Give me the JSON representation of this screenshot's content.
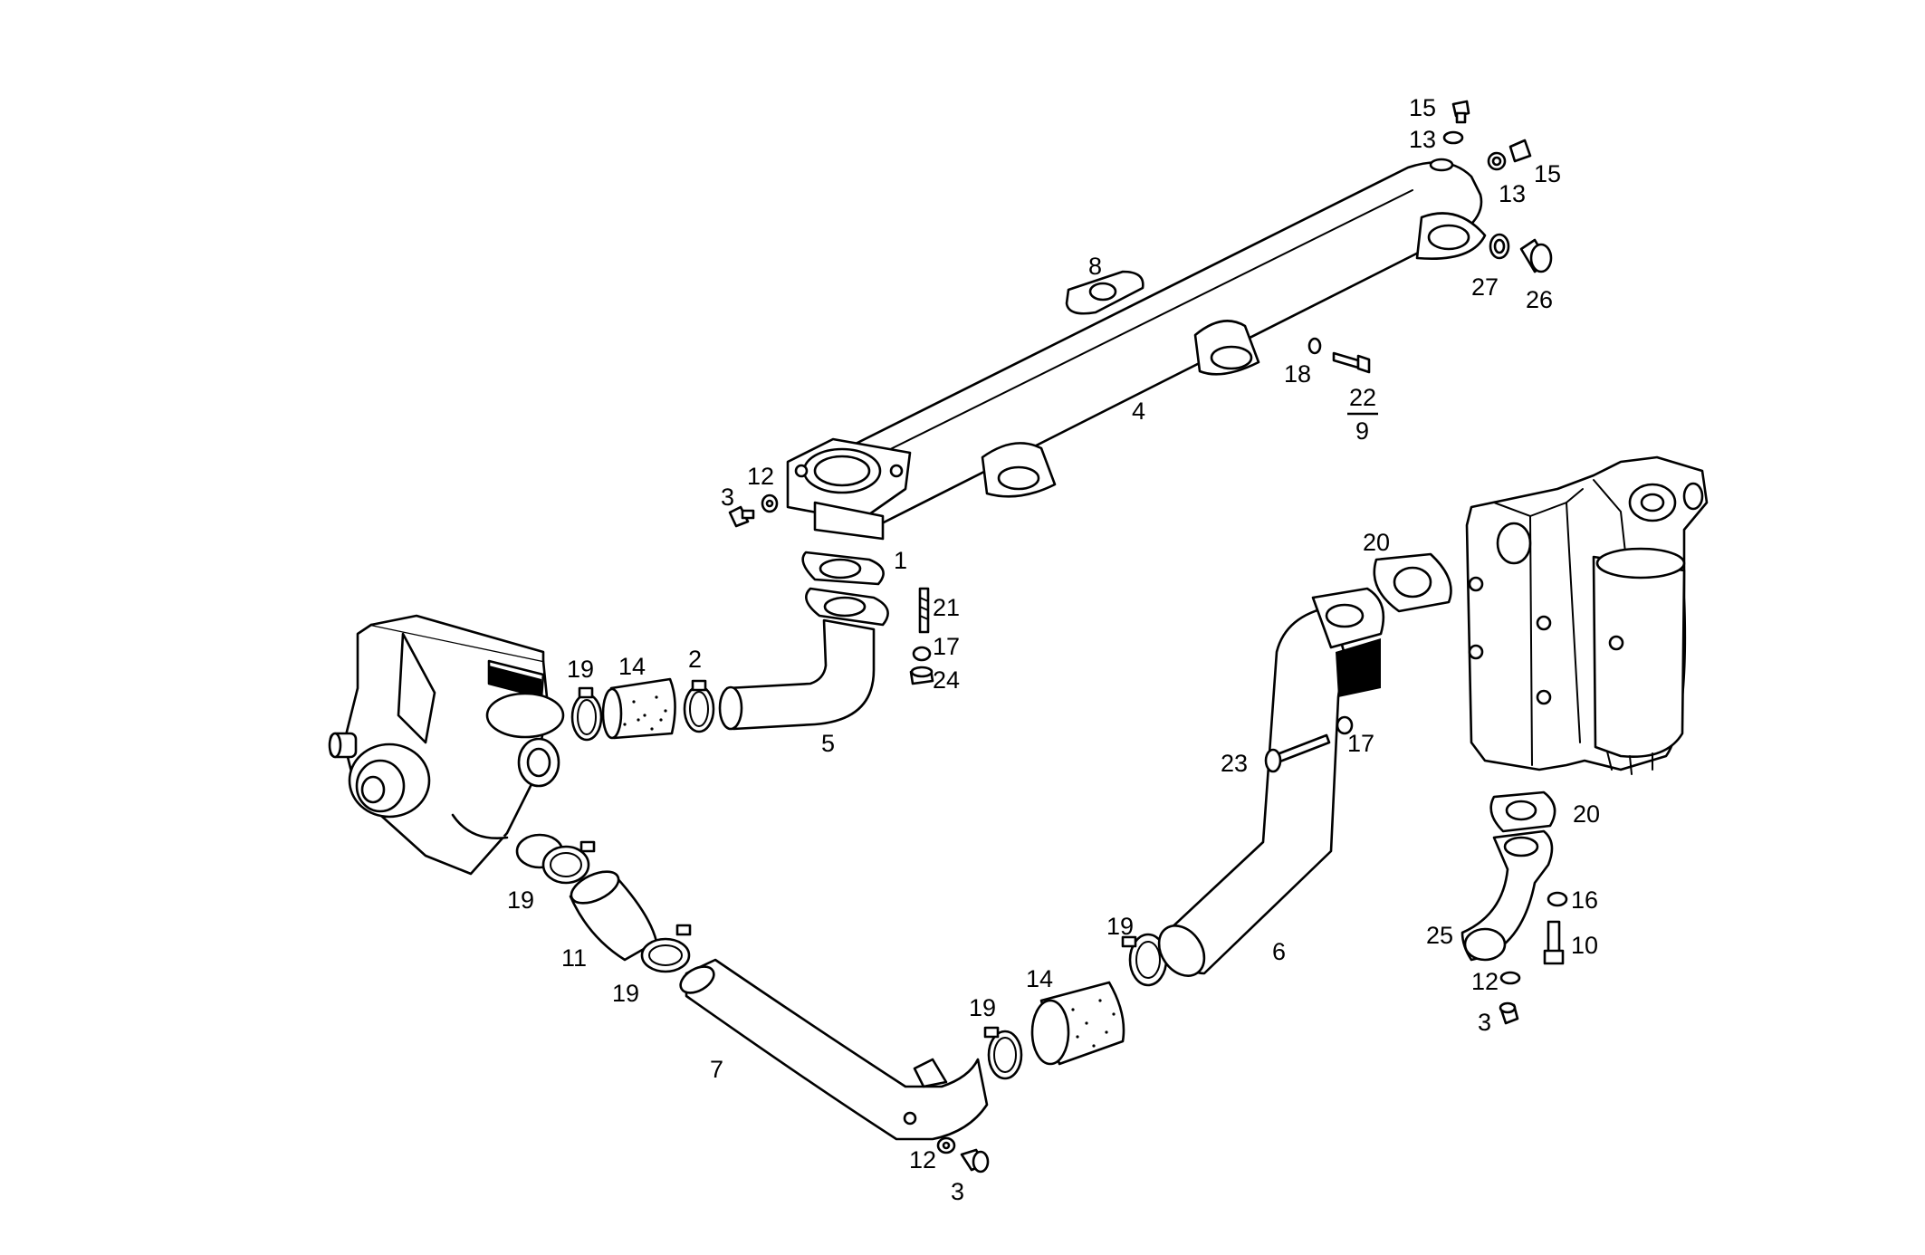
{
  "diagram": {
    "labels": {
      "c1": "1",
      "c2": "2",
      "c3a": "3",
      "c3b": "3",
      "c3c": "3",
      "c4": "4",
      "c5": "5",
      "c6": "6",
      "c7": "7",
      "c8": "8",
      "c9": "9",
      "c10": "10",
      "c11": "11",
      "c12a": "12",
      "c12b": "12",
      "c12c": "12",
      "c13a": "13",
      "c13b": "13",
      "c14a": "14",
      "c14b": "14",
      "c15a": "15",
      "c15b": "15",
      "c16": "16",
      "c17a": "17",
      "c17b": "17",
      "c18": "18",
      "c19a": "19",
      "c19b": "19",
      "c19c": "19",
      "c19d": "19",
      "c19e": "19",
      "c20a": "20",
      "c20b": "20",
      "c21": "21",
      "c22": "22",
      "c23": "23",
      "c24": "24",
      "c25": "25",
      "c26": "26",
      "c27": "27"
    }
  }
}
